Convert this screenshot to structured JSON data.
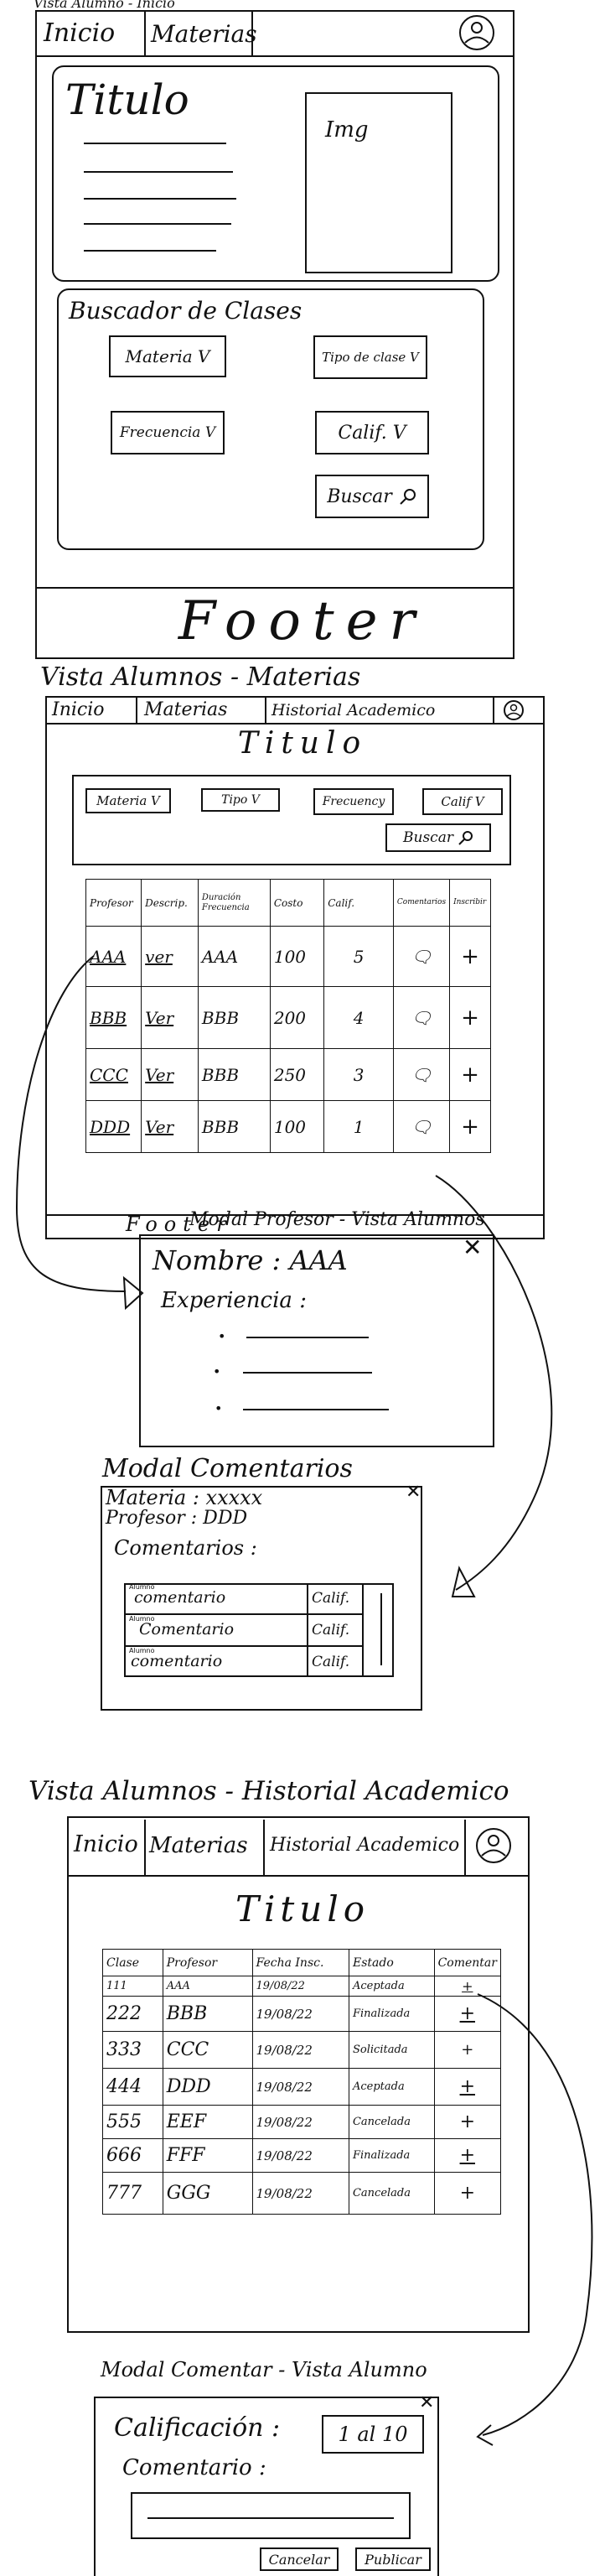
{
  "screen1": {
    "caption": "Vista Alumno - Inicio",
    "nav": [
      "Inicio",
      "Materias"
    ],
    "hero_title": "Titulo",
    "hero_img": "Img",
    "search_title": "Buscador de Clases",
    "filters": [
      "Materia V",
      "Tipo de clase V",
      "Frecuencia V",
      "Calif. V"
    ],
    "search_button": "Buscar",
    "footer": "Footer"
  },
  "screen2": {
    "caption": "Vista Alumnos - Materias",
    "nav": [
      "Inicio",
      "Materias",
      "Historial Academico"
    ],
    "title": "Titulo",
    "filters": [
      "Materia V",
      "Tipo V",
      "Frecuency",
      "Calif V"
    ],
    "search_button": "Buscar",
    "table": {
      "headers": [
        "Profesor",
        "Descrip.",
        "Duración Frecuencia",
        "Costo",
        "Calif.",
        "Comentarios",
        "Inscribir"
      ],
      "rows": [
        [
          "AAA",
          "ver",
          "AAA",
          "100",
          "5"
        ],
        [
          "BBB",
          "Ver",
          "BBB",
          "200",
          "4"
        ],
        [
          "CCC",
          "Ver",
          "BBB",
          "250",
          "3"
        ],
        [
          "DDD",
          "Ver",
          "BBB",
          "100",
          "1"
        ]
      ]
    },
    "footer": "Footer"
  },
  "modal_profesor": {
    "caption": "Modal Profesor - Vista Alumnos",
    "nombre": "Nombre : AAA",
    "experiencia": "Experiencia :"
  },
  "modal_comentarios": {
    "caption": "Modal Comentarios",
    "materia": "Materia : xxxxx",
    "profesor": "Profesor : DDD",
    "comentarios_label": "Comentarios :",
    "rows": [
      {
        "user": "Alumno",
        "text": "comentario",
        "calif": "Calif."
      },
      {
        "user": "Alumno",
        "text": "Comentario",
        "calif": "Calif."
      },
      {
        "user": "Alumno",
        "text": "comentario",
        "calif": "Calif."
      }
    ]
  },
  "screen3": {
    "caption": "Vista Alumnos - Historial Academico",
    "nav": [
      "Inicio",
      "Materias",
      "Historial Academico"
    ],
    "title": "Titulo",
    "table": {
      "headers": [
        "Clase",
        "Profesor",
        "Fecha Insc.",
        "Estado",
        "Comentar"
      ],
      "rows": [
        [
          "111",
          "AAA",
          "19/08/22",
          "Aceptada"
        ],
        [
          "222",
          "BBB",
          "19/08/22",
          "Finalizada"
        ],
        [
          "333",
          "CCC",
          "19/08/22",
          "Solicitada"
        ],
        [
          "444",
          "DDD",
          "19/08/22",
          "Aceptada"
        ],
        [
          "555",
          "EEF",
          "19/08/22",
          "Cancelada"
        ],
        [
          "666",
          "FFF",
          "19/08/22",
          "Finalizada"
        ],
        [
          "777",
          "GGG",
          "19/08/22",
          "Cancelada"
        ]
      ]
    }
  },
  "modal_comentar": {
    "caption": "Modal Comentar - Vista Alumno",
    "calificacion_label": "Calificación :",
    "calificacion_value": "1 al 10",
    "comentario_label": "Comentario :",
    "cancel_button": "Cancelar",
    "publish_button": "Publicar"
  }
}
